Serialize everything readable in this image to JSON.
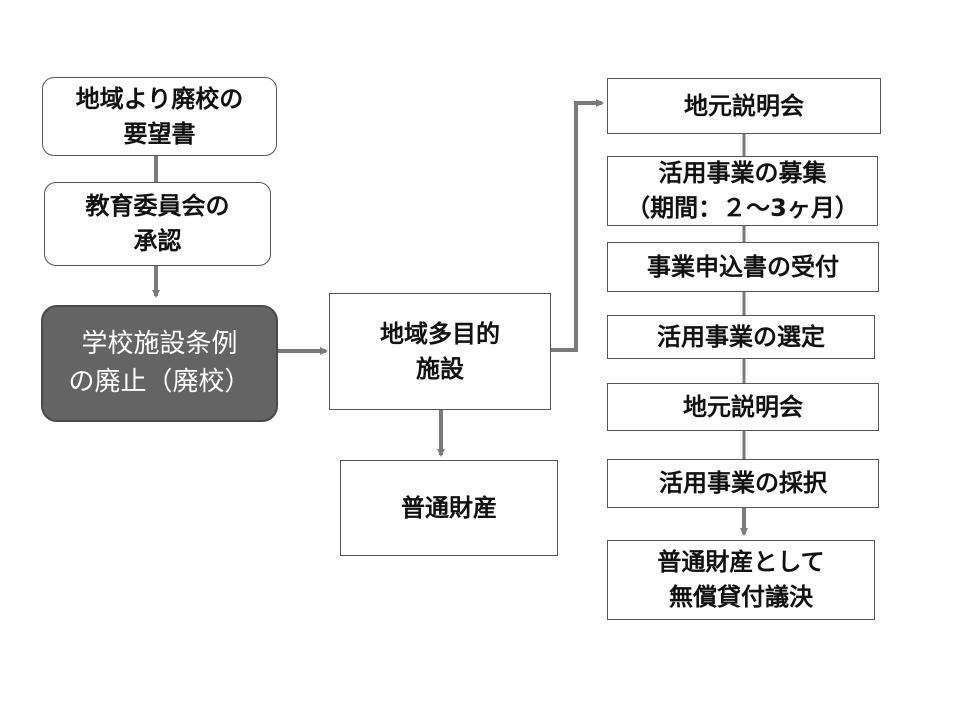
{
  "nodes": {
    "request": "地域より廃校の\n要望書",
    "approval": "教育委員会の\n承認",
    "abolition": "学校施設条例\nの廃止（廃校）",
    "multipurpose": "地域多目的\n施設",
    "ordinary": "普通財産",
    "briefing1": "地元説明会",
    "recruit": "活用事業の募集\n（期間：２～3ヶ月）",
    "receipt": "事業申込書の受付",
    "selection": "活用事業の選定",
    "briefing2": "地元説明会",
    "adoption": "活用事業の採択",
    "resolution": "普通財産として\n無償貸付議決"
  }
}
